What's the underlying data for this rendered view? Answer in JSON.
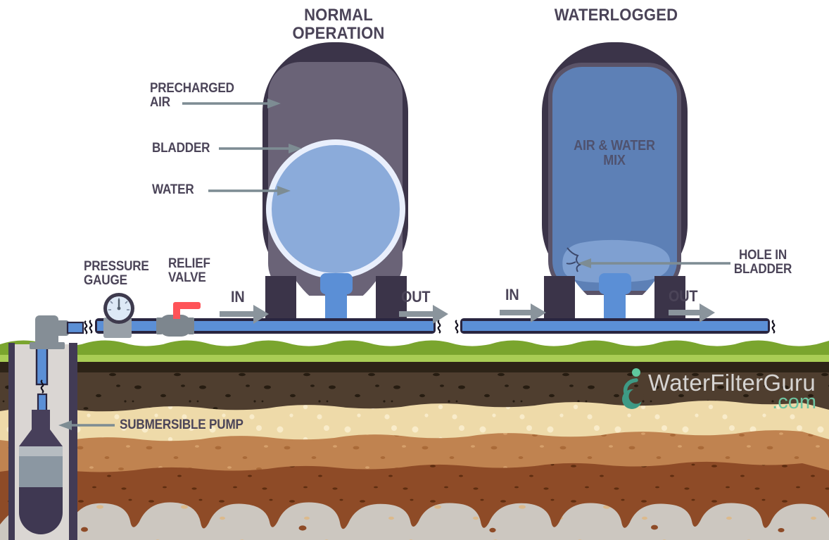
{
  "headings": {
    "normal": "NORMAL OPERATION",
    "waterlogged": "WATERLOGGED"
  },
  "normal_tank": {
    "precharged_air": "PRECHARGED AIR",
    "bladder": "BLADDER",
    "water": "WATER",
    "inlet": "IN",
    "outlet": "OUT"
  },
  "waterlogged_tank": {
    "contents": "AIR & WATER MIX",
    "hole": "HOLE IN BLADDER",
    "inlet": "IN",
    "outlet": "OUT"
  },
  "plumbing": {
    "pressure_gauge": "PRESSURE GAUGE",
    "relief_valve": "RELIEF VALVE",
    "submersible_pump": "SUBMERSIBLE PUMP"
  },
  "logo": {
    "name": "WaterFilterGuru",
    "tld": ".com"
  },
  "colors": {
    "label_text": "#4b4458",
    "tank_shell": "#3b3449",
    "tank_air_chamber": "#6a6377",
    "bladder_ring": "#e9effc",
    "water_blue": "#8babda",
    "waterlogged_fill": "#5d80b6",
    "deflated_bladder": "#7fa0d1",
    "pipe_blue": "#5b8fd6",
    "pipe_outline": "#292540",
    "fitting_gray": "#858e96",
    "valve_handle_red": "#ff5358",
    "arrow_gray": "#8a949c",
    "grass_green": "#7aa52e",
    "grass_light": "#a9cd55",
    "topsoil_dark": "#2d2317",
    "soil_umber": "#4f3e2f",
    "soil_tan": "#eedaa9",
    "soil_caramel": "#c08350",
    "soil_sienna": "#8e4b27",
    "bedrock_gray": "#ccc7c0",
    "logo_teal": "#3e9a85",
    "logo_text_gray": "#d6d4d2"
  }
}
